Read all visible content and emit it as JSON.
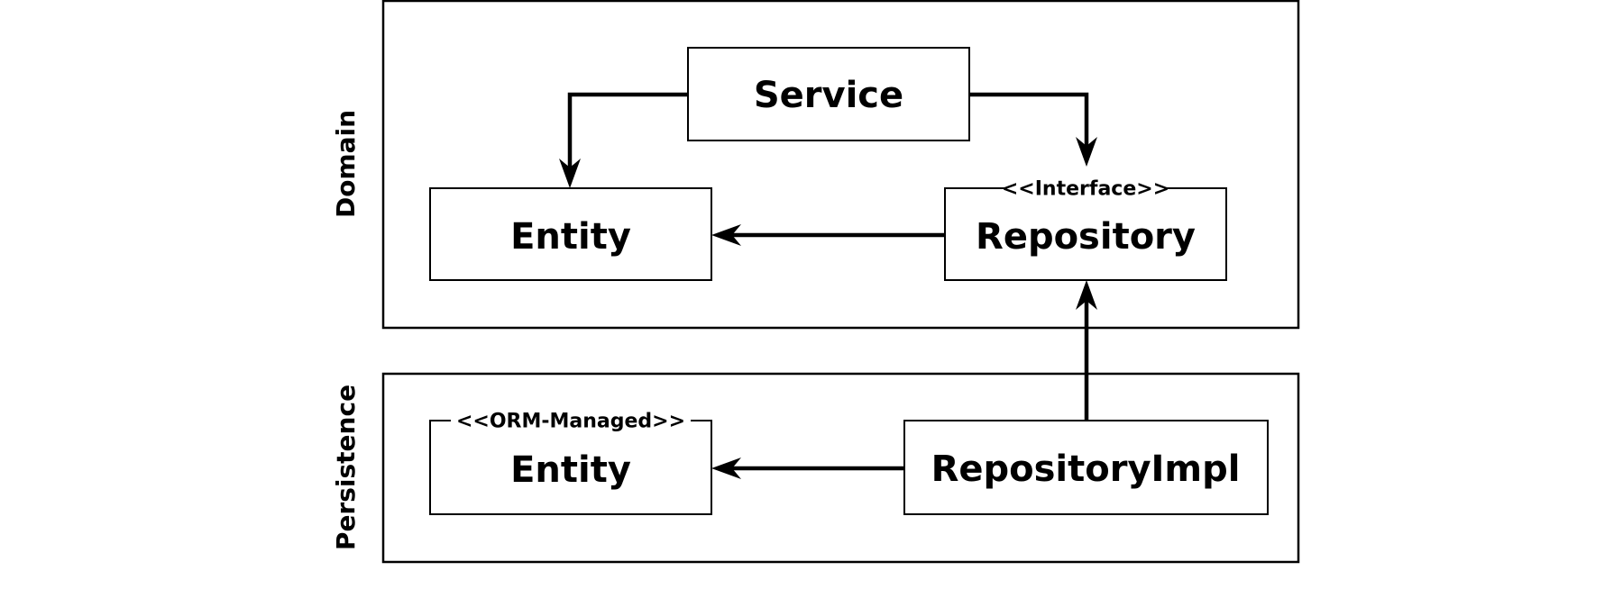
{
  "layers": {
    "domain": {
      "label": "Domain"
    },
    "persistence": {
      "label": "Persistence"
    }
  },
  "nodes": {
    "service": {
      "label": "Service"
    },
    "domain_entity": {
      "label": "Entity"
    },
    "repository": {
      "label": "Repository",
      "stereotype": "<<Interface>>"
    },
    "orm_entity": {
      "label": "Entity",
      "stereotype": "<<ORM-Managed>>"
    },
    "repository_impl": {
      "label": "RepositoryImpl"
    }
  },
  "edges": [
    {
      "from": "service",
      "to": "domain_entity"
    },
    {
      "from": "service",
      "to": "repository"
    },
    {
      "from": "repository",
      "to": "domain_entity"
    },
    {
      "from": "repository_impl",
      "to": "repository"
    },
    {
      "from": "repository_impl",
      "to": "orm_entity"
    }
  ]
}
